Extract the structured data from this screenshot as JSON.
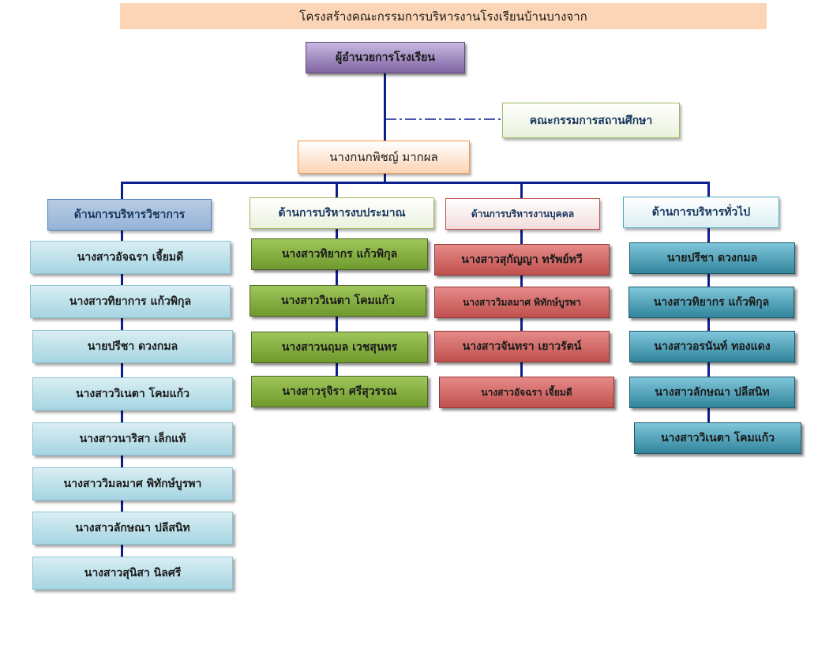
{
  "title": "โครงสร้างคณะกรรมการบริหารงานโรงเรียนบ้านบางจาก",
  "director": "ผู้อำนวยการโรงเรียน",
  "committee": "คณะกรรมการสถานศึกษา",
  "deputy": "นางกนกพิชญ์ มากผล",
  "departments": [
    {
      "name": "ด้านการบริหารวิชาการ",
      "members": [
        "นางสาวอัจฉรา เจี้ยมดี",
        "นางสาวทิยาการ แก้วพิกุล",
        "นายปรีชา ดวงกมล",
        "นางสาววิเนตา โคมแก้ว",
        "นางสาวนาริสา เล็กแท้",
        "นางสาววิมลมาศ พิทักษ์บูรพา",
        "นางสาวลักษณา ปลีสนิท",
        "นางสาวสุนิสา นิลศรี"
      ]
    },
    {
      "name": "ด้านการบริหารงบประมาณ",
      "members": [
        "นางสาวทิยากร แก้วพิกุล",
        "นางสาววิเนตา โคมแก้ว",
        "นางสาวนฤมล เวชสุนทร",
        "นางสาวรุจิรา ศรีสุวรรณ"
      ]
    },
    {
      "name": "ด้านการบริหารงานบุคคล",
      "members": [
        "นางสาวสุกัญญา ทรัพย์ทวี",
        "นางสาววิมลมาศ พิทักษ์บูรพา",
        "นางสาวจันทรา เยาวรัตน์",
        "นางสาวอัจฉรา เจี้ยมดี"
      ]
    },
    {
      "name": "ด้านการบริหารทั่วไป",
      "members": [
        "นายปรีชา ดวงกมล",
        "นางสาวทิยากร แก้วพิกุล",
        "นางสาวอรนันท์ ทองแดง",
        "นางสาวลักษณา ปลีสนิท",
        "นางสาววิเนตา โคมแก้ว"
      ]
    }
  ]
}
